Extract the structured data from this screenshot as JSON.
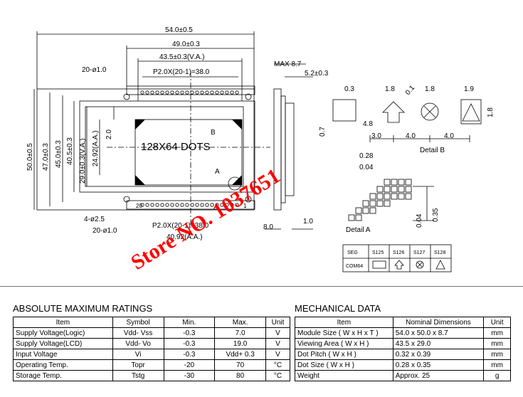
{
  "drawing": {
    "dims_top": {
      "overall_w": "54.0±0.5",
      "pcb_w": "49.0±0.3",
      "va_w": "43.5±0.3(V.A.)",
      "pitch_top": "P2.0X(20-1)=38.0",
      "hole_dia": "20-ø1.0"
    },
    "dims_left": {
      "overall_h": "50.0±0.5",
      "h2": "47.0±0.3",
      "h3": "45.0±0.3",
      "h4": "40.5±0.3",
      "va_h": "29.0±0.3(V.A.)",
      "aa_h": "24.92(A.A.)",
      "offset": "2.0"
    },
    "center": {
      "dots_label": "128X64 DOTS",
      "label_b": "B",
      "label_a": "A"
    },
    "dims_bottom": {
      "mount_holes": "4-ø2.5",
      "pin_holes": "20-ø1.0",
      "pitch_bottom": "P2.0X(20-1)=38.0",
      "aa_w": "40.92(A.A.)",
      "pin1": "1",
      "pin20": "20"
    },
    "side": {
      "max_t": "MAX 8.7",
      "t2": "5.2±0.3",
      "w1": "8.0",
      "w2": "1.0"
    },
    "detail_b": {
      "d03": "0.3",
      "d18a": "1.8",
      "d01": "0.1",
      "d18b": "1.8",
      "d19": "1.9",
      "d18c": "1.8",
      "d48": "4.8",
      "d07": "0.7",
      "d30": "3.0",
      "d40a": "4.0",
      "d40b": "4.0",
      "caption": "Detail  B"
    },
    "detail_a": {
      "d028": "0.28",
      "d004": "0.04",
      "d004b": "0.04",
      "d035": "0.35",
      "caption": "Detail  A"
    },
    "seg_table": {
      "headers": [
        "SEG",
        "S125",
        "S126",
        "S127",
        "S128"
      ],
      "row_label": "COM64"
    },
    "watermark": "Store NO. 1037651"
  },
  "ratings": {
    "title": "ABSOLUTE MAXIMUM RATINGS",
    "headers": [
      "Item",
      "Symbol",
      "Min.",
      "Max.",
      "Unit"
    ],
    "rows": [
      [
        "Supply Voltage(Logic)",
        "Vdd- Vss",
        "-0.3",
        "7.0",
        "V"
      ],
      [
        "Supply Voltage(LCD)",
        "Vdd- Vo",
        "-0.3",
        "19.0",
        "V"
      ],
      [
        "Input  Voltage",
        "Vi",
        "-0.3",
        "Vdd+ 0.3",
        "V"
      ],
      [
        "Operating Temp.",
        "Topr",
        "-20",
        "70",
        "°C"
      ],
      [
        "Storage Temp.",
        "Tstg",
        "-30",
        "80",
        "°C"
      ]
    ]
  },
  "mechanical": {
    "title": "MECHANICAL DATA",
    "headers": [
      "Item",
      "Nominal Dimensions",
      "Unit"
    ],
    "rows": [
      [
        "Module Size ( W x H x T )",
        "54.0 x 50.0 x 8.7",
        "mm"
      ],
      [
        "Viewing Area ( W x H )",
        "43.5 x 29.0",
        "mm"
      ],
      [
        "Dot Pitch ( W x H )",
        "0.32 x 0.39",
        "mm"
      ],
      [
        "Dot Size ( W x H )",
        "0.28 x 0.35",
        "mm"
      ],
      [
        "Weight",
        "Approx.  25",
        "g"
      ]
    ]
  }
}
